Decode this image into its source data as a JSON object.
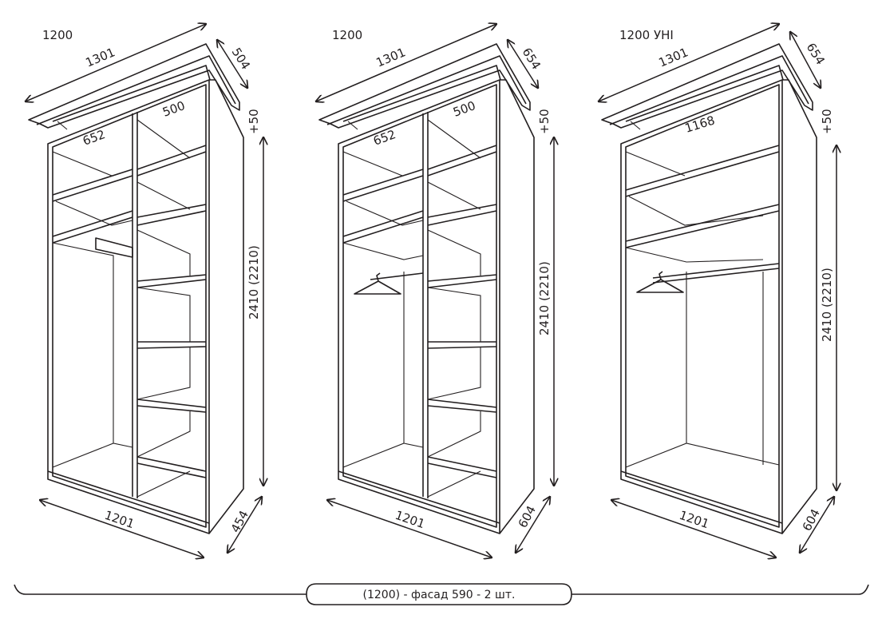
{
  "wardrobes": [
    {
      "model": "1200",
      "top_width": "1301",
      "top_depth": "504",
      "height_add": "+50",
      "height": "2410 (2210)",
      "interior_left": "652",
      "interior_right": "500",
      "bottom_width": "1201",
      "bottom_depth": "454",
      "type": "shelves-and-pull-out-rail"
    },
    {
      "model": "1200",
      "top_width": "1301",
      "top_depth": "654",
      "height_add": "+50",
      "height": "2410 (2210)",
      "interior_left": "652",
      "interior_right": "500",
      "bottom_width": "1201",
      "bottom_depth": "604",
      "type": "shelves-and-hanging-rod"
    },
    {
      "model": "1200 УНІ",
      "top_width": "1301",
      "top_depth": "654",
      "height_add": "+50",
      "height": "2410 (2210)",
      "interior_left": "1168",
      "bottom_width": "1201",
      "bottom_depth": "604",
      "type": "open-hanging-rod"
    }
  ],
  "footer": {
    "caption": "(1200) - фасад 590 - 2 шт."
  }
}
